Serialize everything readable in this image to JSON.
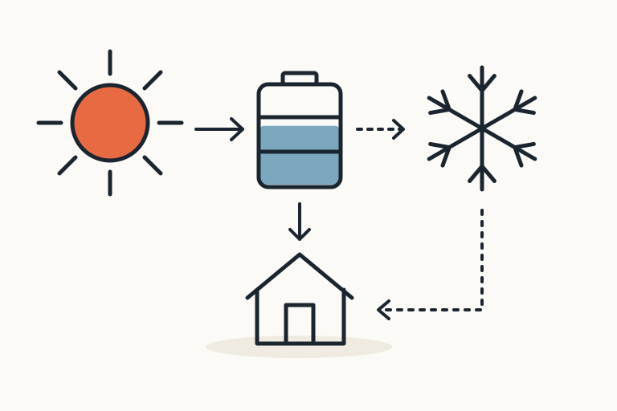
{
  "colors": {
    "background": "#fbfaf6",
    "ink": "#1a2530",
    "sun": "#e86a43",
    "battery_fill": "#7ba7bf",
    "ground_shadow": "#efebe0"
  },
  "icons": {
    "sun": "sun-icon",
    "battery": "battery-icon",
    "snowflake": "snowflake-icon",
    "house": "house-icon"
  },
  "battery": {
    "charge_level": 0.6
  },
  "connections": [
    {
      "from": "sun-icon",
      "to": "battery-icon",
      "style": "solid"
    },
    {
      "from": "battery-icon",
      "to": "snowflake-icon",
      "style": "dotted"
    },
    {
      "from": "battery-icon",
      "to": "house-icon",
      "style": "solid"
    },
    {
      "from": "snowflake-icon",
      "to": "house-icon",
      "style": "dotted"
    }
  ]
}
